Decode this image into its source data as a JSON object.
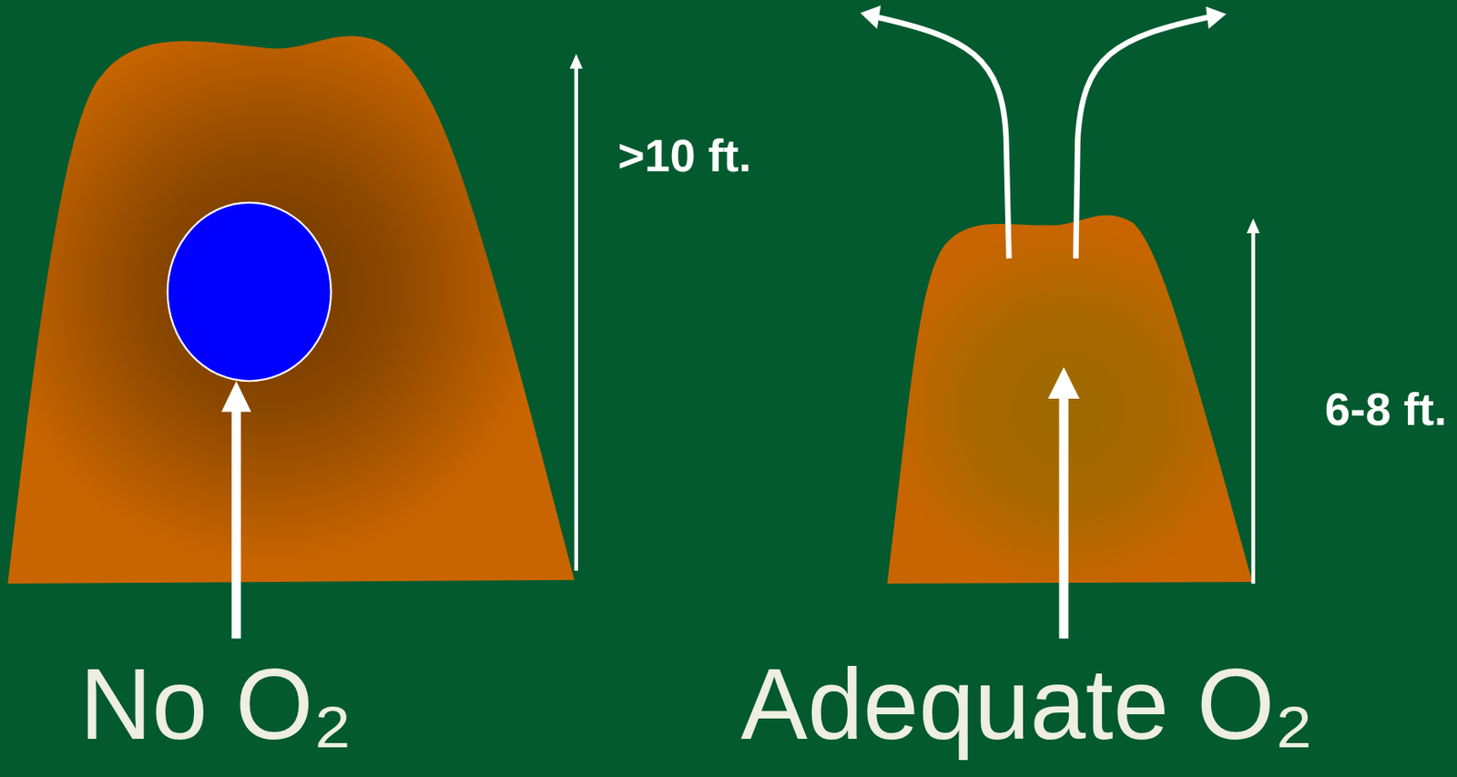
{
  "diagram": {
    "labels": [
      ">10 ft.",
      "6-8 ft.",
      "No O₂",
      "Adequate O₂"
    ]
  }
}
